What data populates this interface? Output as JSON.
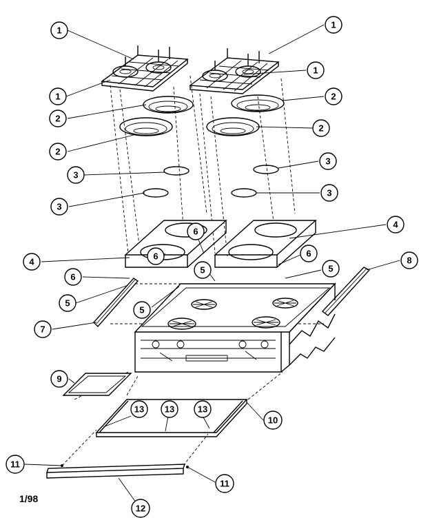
{
  "diagram": {
    "date_code": "1/98",
    "callouts": [
      {
        "id": "c1a",
        "label": "1"
      },
      {
        "id": "c1b",
        "label": "1"
      },
      {
        "id": "c1c",
        "label": "1"
      },
      {
        "id": "c1d",
        "label": "1"
      },
      {
        "id": "c2a",
        "label": "2"
      },
      {
        "id": "c2b",
        "label": "2"
      },
      {
        "id": "c2c",
        "label": "2"
      },
      {
        "id": "c2d",
        "label": "2"
      },
      {
        "id": "c3a",
        "label": "3"
      },
      {
        "id": "c3b",
        "label": "3"
      },
      {
        "id": "c3c",
        "label": "3"
      },
      {
        "id": "c3d",
        "label": "3"
      },
      {
        "id": "c4a",
        "label": "4"
      },
      {
        "id": "c4b",
        "label": "4"
      },
      {
        "id": "c5a",
        "label": "5"
      },
      {
        "id": "c5b",
        "label": "5"
      },
      {
        "id": "c5c",
        "label": "5"
      },
      {
        "id": "c5d",
        "label": "5"
      },
      {
        "id": "c6a",
        "label": "6"
      },
      {
        "id": "c6b",
        "label": "6"
      },
      {
        "id": "c6c",
        "label": "6"
      },
      {
        "id": "c6d",
        "label": "6"
      },
      {
        "id": "c7",
        "label": "7"
      },
      {
        "id": "c8",
        "label": "8"
      },
      {
        "id": "c9",
        "label": "9"
      },
      {
        "id": "c10",
        "label": "10"
      },
      {
        "id": "c11a",
        "label": "11"
      },
      {
        "id": "c11b",
        "label": "11"
      },
      {
        "id": "c12",
        "label": "12"
      },
      {
        "id": "c13a",
        "label": "13"
      },
      {
        "id": "c13b",
        "label": "13"
      },
      {
        "id": "c13c",
        "label": "13"
      }
    ]
  }
}
